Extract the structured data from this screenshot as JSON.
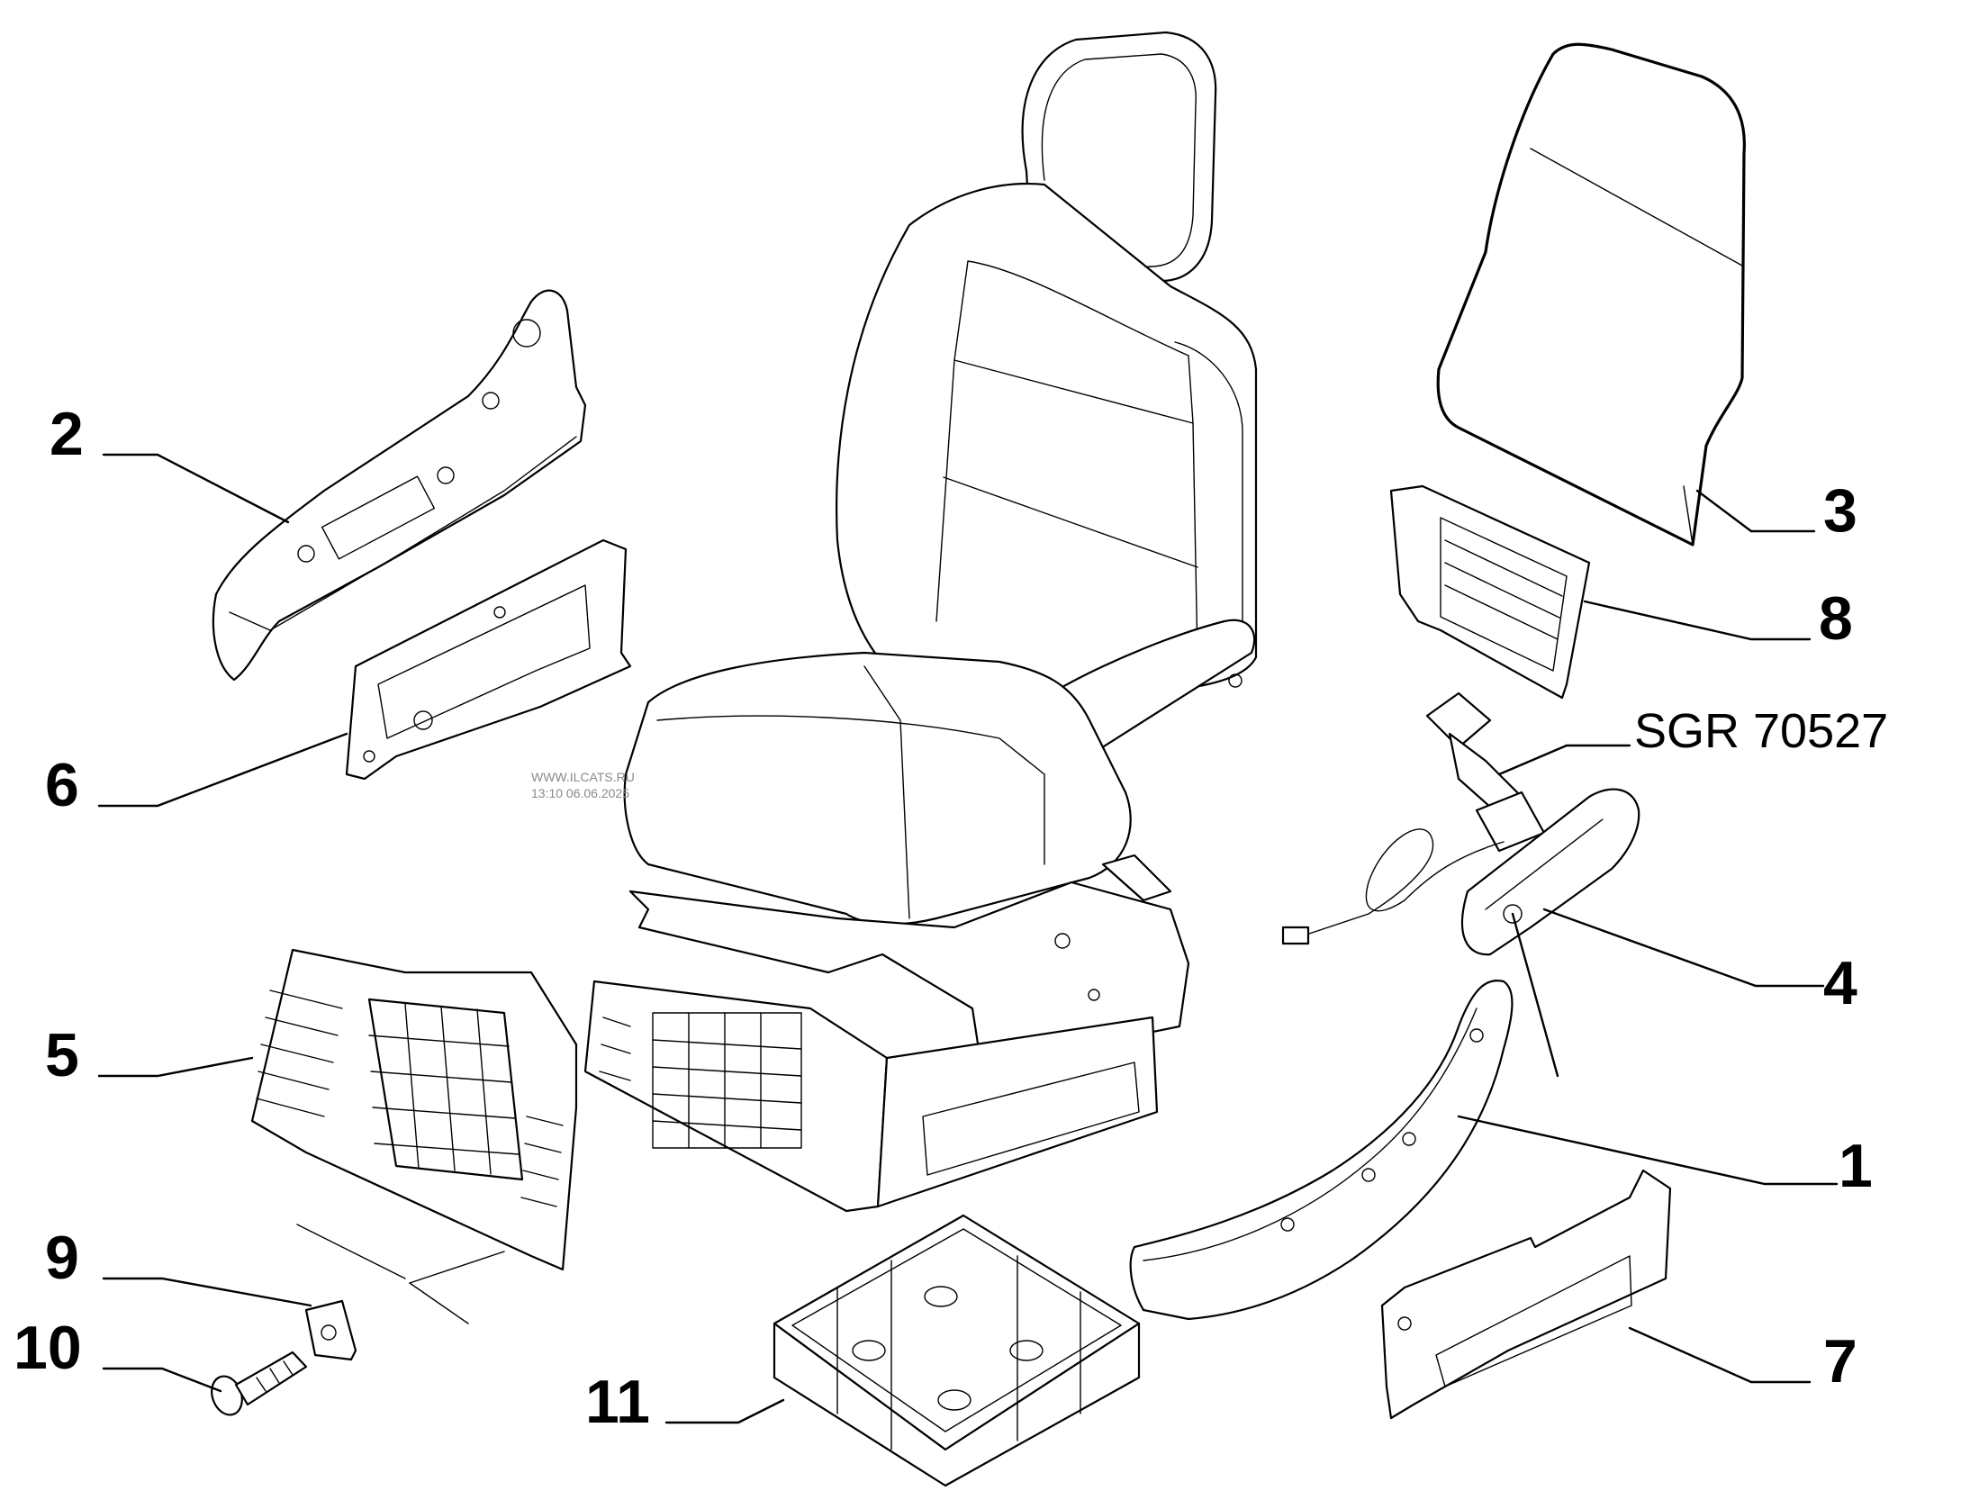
{
  "diagram": {
    "reference_code": "SGR 70527",
    "watermark": {
      "site": "WWW.ILCATS.RU",
      "timestamp": "13:10 06.06.2025"
    },
    "callouts": [
      {
        "id": "1",
        "label": "1"
      },
      {
        "id": "2",
        "label": "2"
      },
      {
        "id": "3",
        "label": "3"
      },
      {
        "id": "4",
        "label": "4"
      },
      {
        "id": "5",
        "label": "5"
      },
      {
        "id": "6",
        "label": "6"
      },
      {
        "id": "7",
        "label": "7"
      },
      {
        "id": "8",
        "label": "8"
      },
      {
        "id": "9",
        "label": "9"
      },
      {
        "id": "10",
        "label": "10"
      },
      {
        "id": "11",
        "label": "11"
      }
    ]
  }
}
